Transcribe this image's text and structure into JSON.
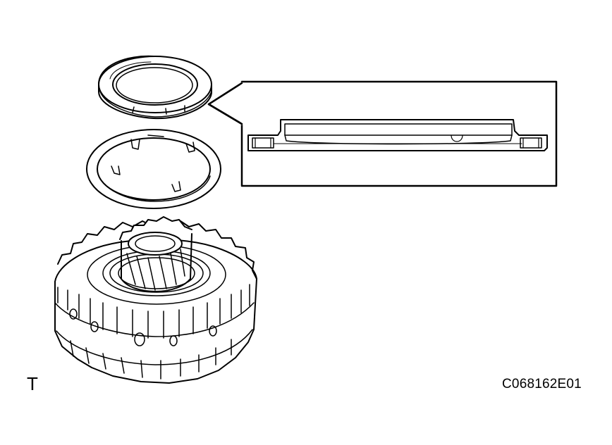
{
  "figure": {
    "corner_letter": "T",
    "code": "C068162E01"
  },
  "parts": [
    {
      "name": "thrust-bearing-race",
      "label": ""
    },
    {
      "name": "thrust-washer",
      "label": ""
    },
    {
      "name": "gear-assembly",
      "label": ""
    },
    {
      "name": "cross-section-detail",
      "label": ""
    }
  ],
  "colors": {
    "line": "#000000",
    "background": "#ffffff"
  }
}
